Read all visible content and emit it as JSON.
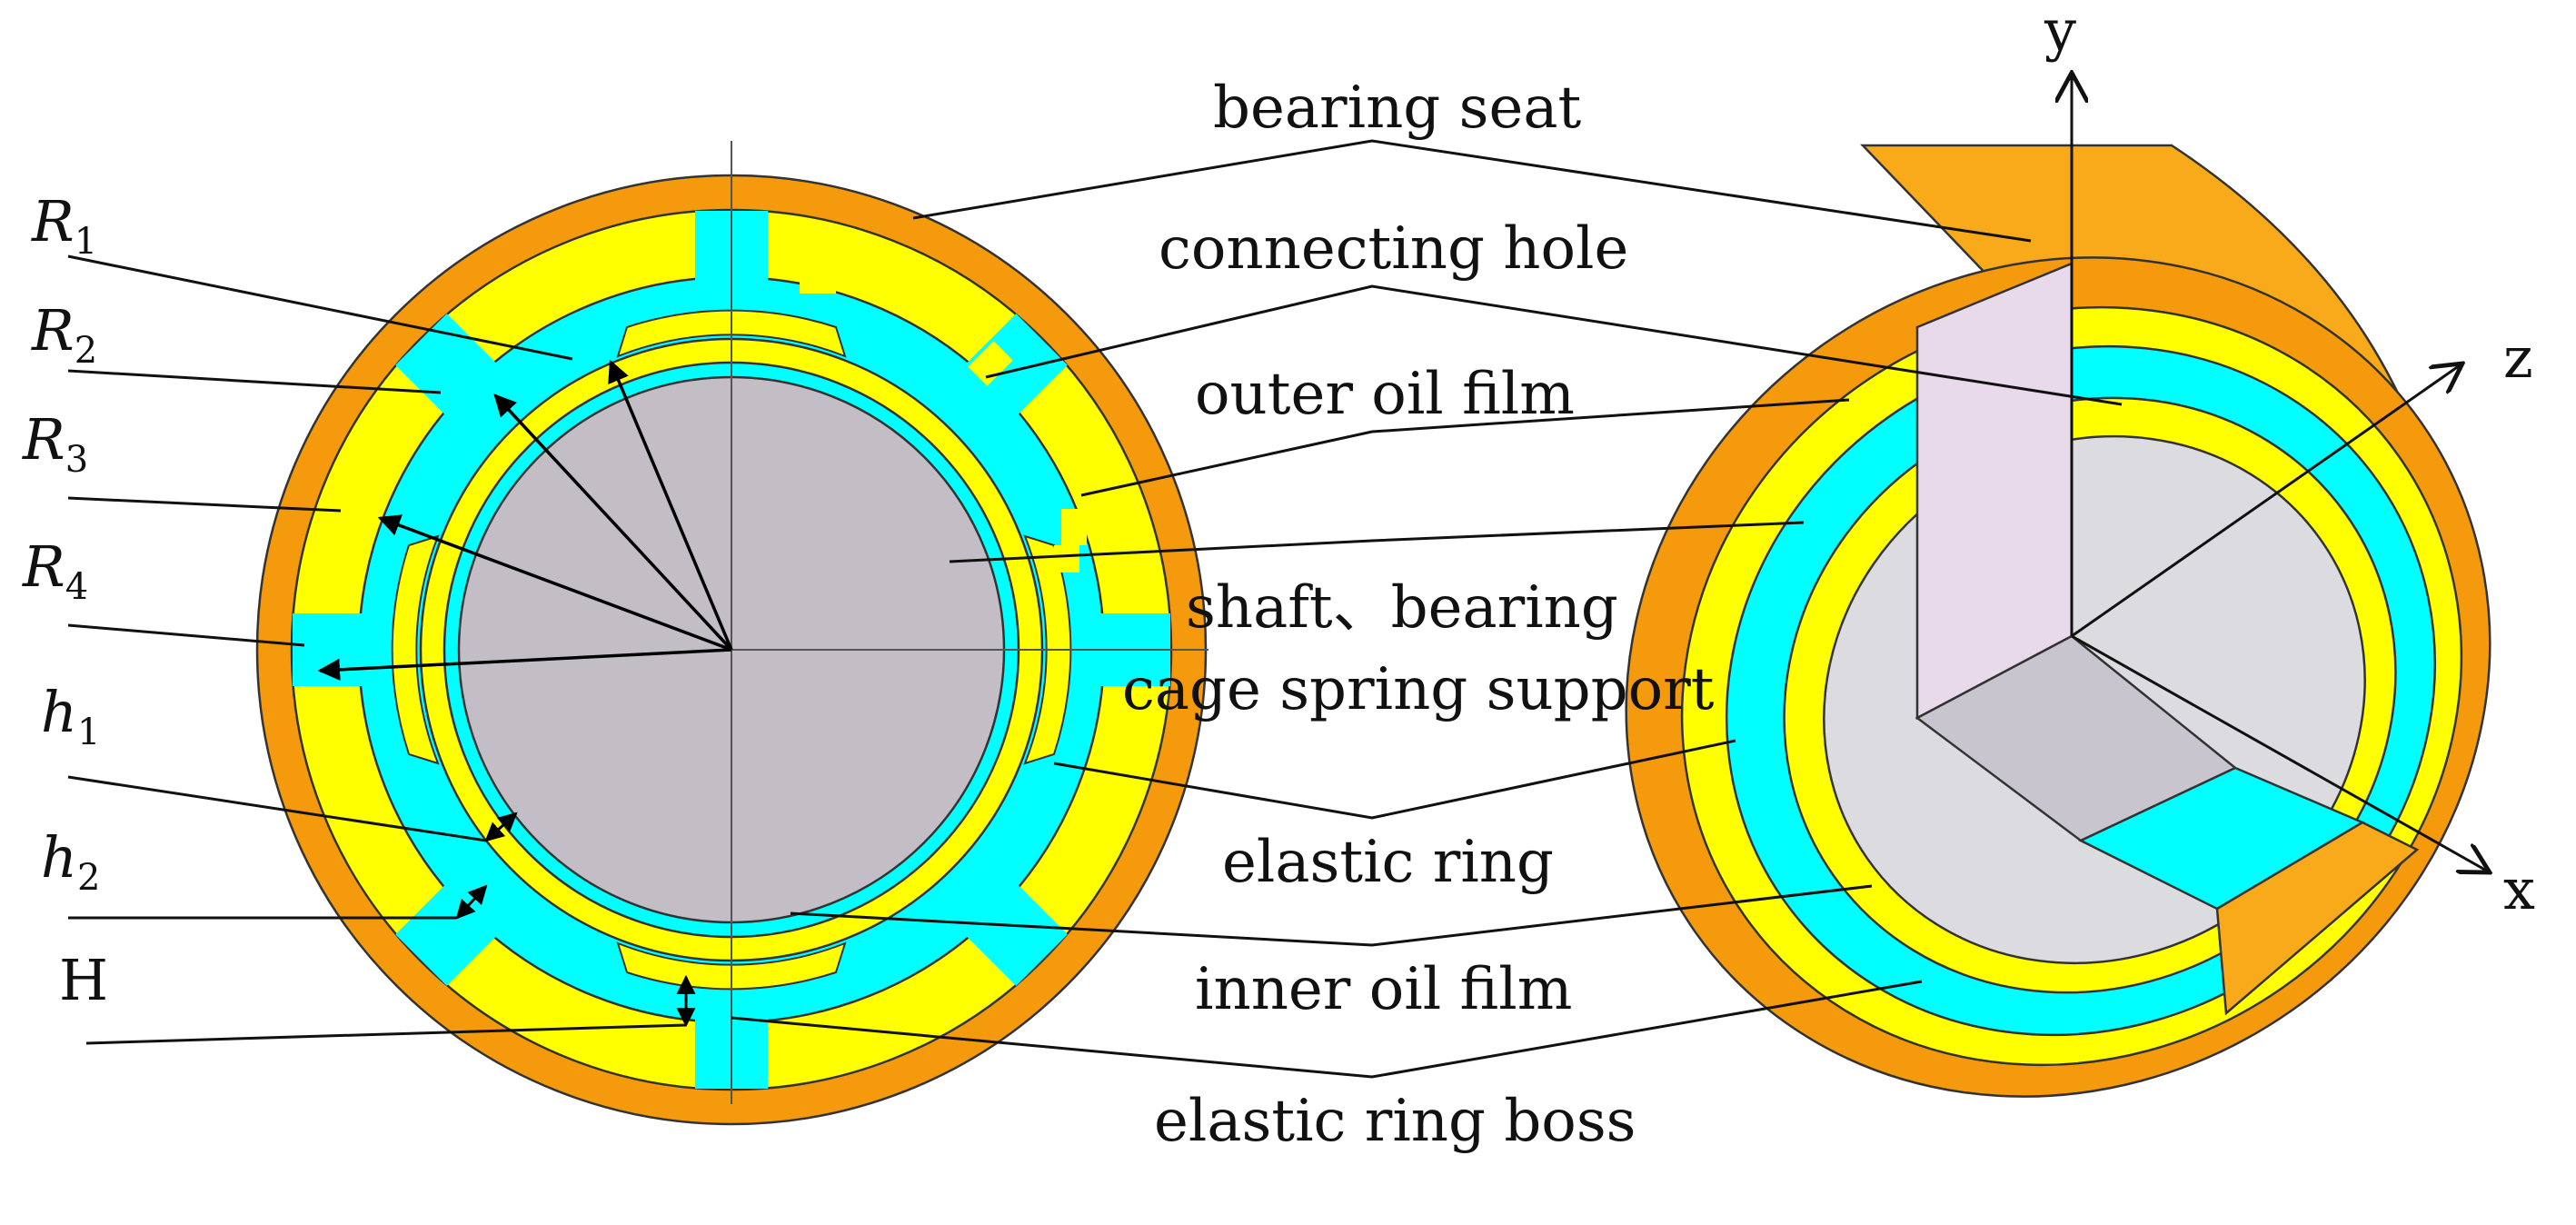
{
  "labels": {
    "bearing_seat": "bearing seat",
    "connecting_hole": "connecting hole",
    "outer_oil_film": "outer oil film",
    "shaft_bearing": "shaft、bearing",
    "cage_spring_support": "cage spring support",
    "elastic_ring": "elastic ring",
    "inner_oil_film": "inner oil film",
    "elastic_ring_boss": "elastic ring boss"
  },
  "symbols": {
    "R1": {
      "base": "R",
      "sub": "1"
    },
    "R2": {
      "base": "R",
      "sub": "2"
    },
    "R3": {
      "base": "R",
      "sub": "3"
    },
    "R4": {
      "base": "R",
      "sub": "4"
    },
    "h1": {
      "base": "h",
      "sub": "1"
    },
    "h2": {
      "base": "h",
      "sub": "2"
    },
    "H": "H"
  },
  "axes": {
    "x": "x",
    "y": "y",
    "z": "z"
  },
  "colors": {
    "bearing_seat": "#F59A0C",
    "bearing_seat_3d": "#F8AA1A",
    "elastic_ring": "#FFFF00",
    "oil_film": "#00FFFF",
    "shaft": "#C3BEC6",
    "shaft_cut": "#E8DAEB",
    "shaft_3d": "#DCDCE0"
  }
}
